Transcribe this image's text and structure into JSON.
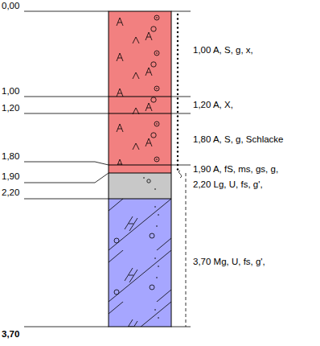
{
  "diagram": {
    "labels": [
      "0,00",
      "1,00",
      "1,20",
      "1,80",
      "1,90",
      "2,20",
      "3,70",
      "1,00 A, S, g, x,",
      "1,20 A, X,",
      "1,80 A, S, g, Schlacke",
      "1,90 A, fS, ms, gs, g,",
      "2,20 Lg, U, fs, g',",
      "3,70 Mg, U, fs, g',"
    ]
  }
}
